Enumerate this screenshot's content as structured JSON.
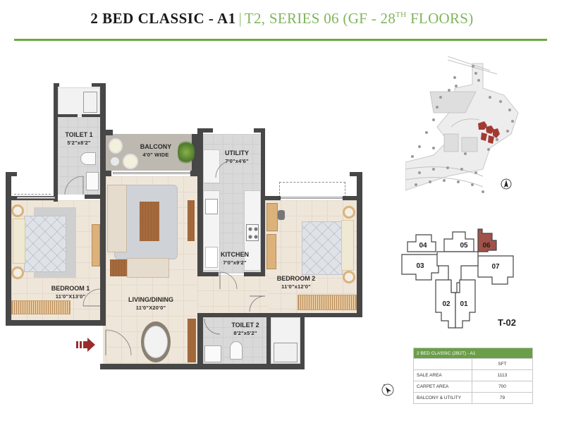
{
  "header": {
    "title_main": "2 BED CLASSIC - A1",
    "separator": "|",
    "title_sub": "T2, SERIES 06 (GF - 28",
    "title_sup": "TH",
    "title_sub_end": " FLOORS)",
    "accent_color": "#6aaa3a"
  },
  "floor_plan": {
    "rooms": [
      {
        "id": "toilet1",
        "name": "TOILET 1",
        "dim": "5'2\"x8'2\""
      },
      {
        "id": "balcony",
        "name": "BALCONY",
        "dim": "4'0\" WIDE"
      },
      {
        "id": "utility",
        "name": "UTILITY",
        "dim": "7'0\"x4'6\""
      },
      {
        "id": "kitchen",
        "name": "KITCHEN",
        "dim": "7'0\"x9'2\""
      },
      {
        "id": "bedroom2",
        "name": "BEDROOM 2",
        "dim": "11'0\"x12'0\""
      },
      {
        "id": "bedroom1",
        "name": "BEDROOM 1",
        "dim": "11'0\"X13'0\""
      },
      {
        "id": "living",
        "name": "LIVING/DINING",
        "dim": "11'0\"X20'0\""
      },
      {
        "id": "toilet2",
        "name": "TOILET 2",
        "dim": "8'2\"x5'2\""
      }
    ],
    "entry_icon": "entry-arrow-icon",
    "entry_color": "#9b2b2b"
  },
  "site_plan": {
    "highlight_color": "#a33a32",
    "compass_icon": "north-compass-icon"
  },
  "key_plan": {
    "units": [
      "01",
      "02",
      "03",
      "04",
      "05",
      "06",
      "07"
    ],
    "highlighted_unit": "06",
    "highlight_color": "#a0524a",
    "tower_label": "T-02"
  },
  "area_table": {
    "title": "2 BED CLASSIC (2B2T) - A1",
    "unit_header": "SFT",
    "rows": [
      {
        "label": "SALE AREA",
        "value": "1113"
      },
      {
        "label": "CARPET AREA",
        "value": "700"
      },
      {
        "label": "BALCONY & UTILITY",
        "value": "79"
      }
    ]
  },
  "plan_compass_icon": "north-compass-icon"
}
